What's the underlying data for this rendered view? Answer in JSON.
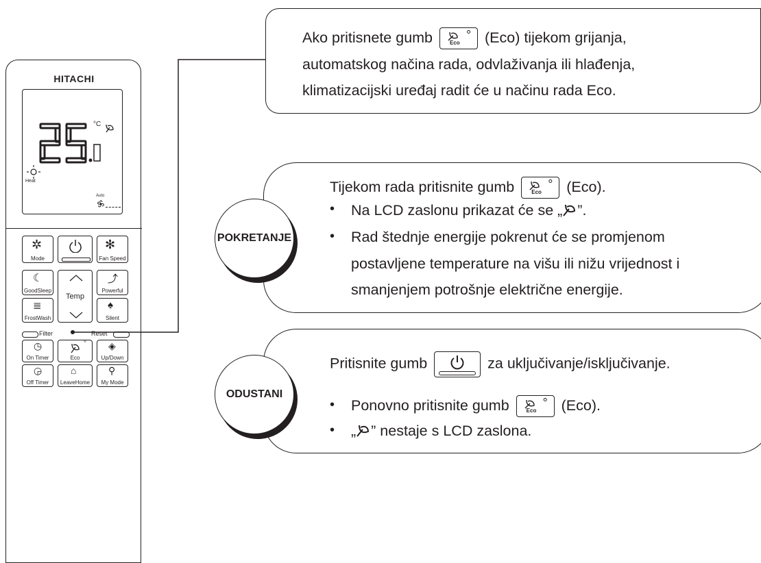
{
  "remote": {
    "brand": "HITACHI",
    "display": {
      "temperature_main": "25",
      "temperature_decimal": "0",
      "unit": "°C",
      "mode": "Heat",
      "fan": "Auto"
    },
    "buttons": {
      "mode": "Mode",
      "fan_speed": "Fan Speed",
      "good_sleep": "GoodSleep",
      "temp": "Temp",
      "powerful": "Powerful",
      "frost_wash": "FrostWash",
      "silent": "Silent",
      "filter": "Filter",
      "reset": "Reset",
      "on_timer": "On Timer",
      "eco": "Eco",
      "up_down": "Up/Down",
      "off_timer": "Off Timer",
      "leave_home": "LeaveHome",
      "my_mode": "My Mode"
    }
  },
  "top_callout": {
    "line1_a": "Ako pritisnete gumb",
    "line1_b": "(Eco) tijekom grijanja,",
    "line2": "automatskog načina rada, odvlaživanja ili hlađenja,",
    "line3": "klimatizacijski uređaj radit će u načinu rada Eco."
  },
  "start_section": {
    "badge": "POKRETANJE",
    "line1_a": "Tijekom rada pritisnite gumb",
    "line1_b": "(Eco).",
    "bullet1_a": "Na LCD zaslonu prikazat će se „",
    "bullet1_b": "”.",
    "bullet2_line1": "Rad štednje energije pokrenut će se promjenom",
    "bullet2_line2": "postavljene temperature na višu ili nižu vrijednost i",
    "bullet2_line3": "smanjenjem potrošnje električne energije."
  },
  "cancel_section": {
    "badge": "ODUSTANI",
    "line1_a": "Pritisnite gumb",
    "line1_b": "za uključivanje/isključivanje.",
    "bullet1_a": "Ponovno pritisnite gumb",
    "bullet1_b": "(Eco).",
    "bullet2_a": "„",
    "bullet2_b": "” nestaje s LCD zaslona."
  },
  "eco_key_label": "Eco"
}
